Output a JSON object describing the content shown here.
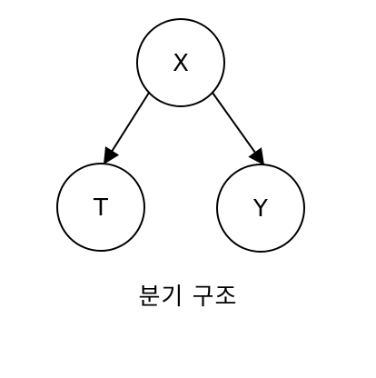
{
  "diagram": {
    "nodes": {
      "x": "X",
      "t": "T",
      "y": "Y"
    },
    "edges": [
      {
        "from": "X",
        "to": "T"
      },
      {
        "from": "X",
        "to": "Y"
      }
    ],
    "caption": "분기 구조"
  }
}
